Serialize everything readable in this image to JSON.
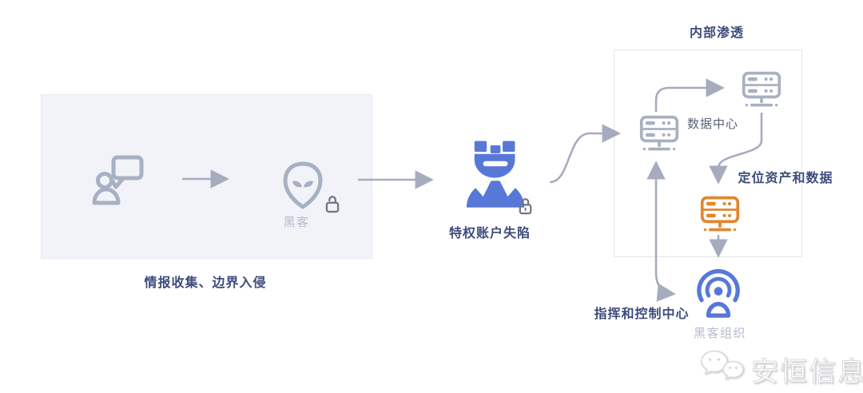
{
  "diagram": {
    "stages": {
      "recon": {
        "label": "情报收集、边界入侵",
        "hacker_caption": "黑客"
      },
      "privileged": {
        "label": "特权账户失陷"
      },
      "internal": {
        "title": "内部渗透",
        "datacenter_caption": "数据中心",
        "locate_label": "定位资产和数据"
      },
      "c2": {
        "label": "指挥和控制中心",
        "org_caption": "黑客组织"
      }
    },
    "icons": {
      "informant": "person-chat-icon",
      "hacker": "alien-icon",
      "unlock": "open-padlock-icon",
      "privileged_account": "crowned-user-icon",
      "server": "server-icon",
      "target_server": "server-icon-orange",
      "hacker_org": "broadcast-person-icon",
      "watermark": "wechat-icon"
    },
    "colors": {
      "accent_blue": "#5878d8",
      "accent_orange": "#e2862d",
      "label_navy": "#3e4c7d",
      "muted_label": "#b5bccd",
      "icon_gray": "#a8b0c3",
      "arrow_gray": "#a6acbe",
      "stage_box_bg": "#f1f3f8",
      "box_border": "#e4e5e9"
    }
  },
  "watermark": {
    "brand": "安恒信息"
  }
}
